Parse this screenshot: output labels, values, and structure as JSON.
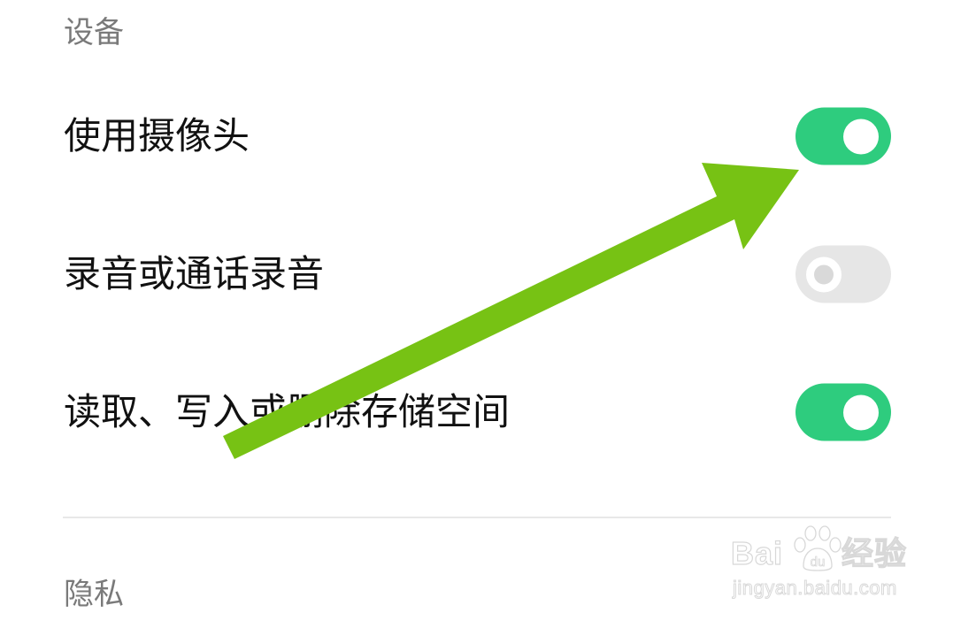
{
  "sections": {
    "device": {
      "header": "设备",
      "items": [
        {
          "label": "使用摄像头",
          "toggle_state": "on"
        },
        {
          "label": "录音或通话录音",
          "toggle_state": "off"
        },
        {
          "label": "读取、写入或删除存储空间",
          "toggle_state": "on"
        }
      ]
    },
    "privacy": {
      "header": "隐私"
    }
  },
  "annotation": {
    "type": "arrow",
    "color": "#77c214",
    "points_to": "使用摄像头 toggle"
  },
  "colors": {
    "toggle_on": "#2ecc7e",
    "toggle_off": "#e6e6e6",
    "header_text": "#7a7a7a",
    "label_text": "#111111",
    "divider": "#e8e8e8"
  },
  "watermark": {
    "logo_text": "Bai du 经验",
    "url": "jingyan.baidu.com"
  }
}
